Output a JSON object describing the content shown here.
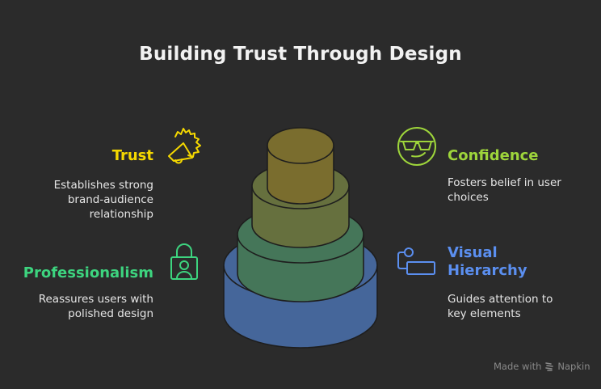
{
  "title": "Building Trust Through Design",
  "items": [
    {
      "id": "trust",
      "label": "Trust",
      "desc_lines": [
        "Establishes strong",
        "brand-audience",
        "relationship"
      ],
      "color": "#f5d800",
      "icon": "megaphone-badge-icon"
    },
    {
      "id": "professionalism",
      "label": "Professionalism",
      "desc_lines": [
        "Reassures users with",
        "polished design"
      ],
      "color": "#3dd47f",
      "icon": "lock-user-icon"
    },
    {
      "id": "confidence",
      "label": "Confidence",
      "desc_lines": [
        "Fosters belief in user",
        "choices"
      ],
      "color": "#9ed53b",
      "icon": "sunglasses-face-icon"
    },
    {
      "id": "visual-hierarchy",
      "label_lines": [
        "Visual",
        "Hierarchy"
      ],
      "desc_lines": [
        "Guides attention to",
        "key elements"
      ],
      "color": "#5b8ff0",
      "icon": "hierarchy-icon"
    }
  ],
  "tiers": [
    {
      "name": "trust",
      "fill": "#7a6d2e"
    },
    {
      "name": "confidence",
      "fill": "#66703e"
    },
    {
      "name": "professionalism",
      "fill": "#457659"
    },
    {
      "name": "visual-hierarchy",
      "fill": "#45669a"
    }
  ],
  "footer": {
    "made_with": "Made with",
    "brand": "Napkin"
  }
}
